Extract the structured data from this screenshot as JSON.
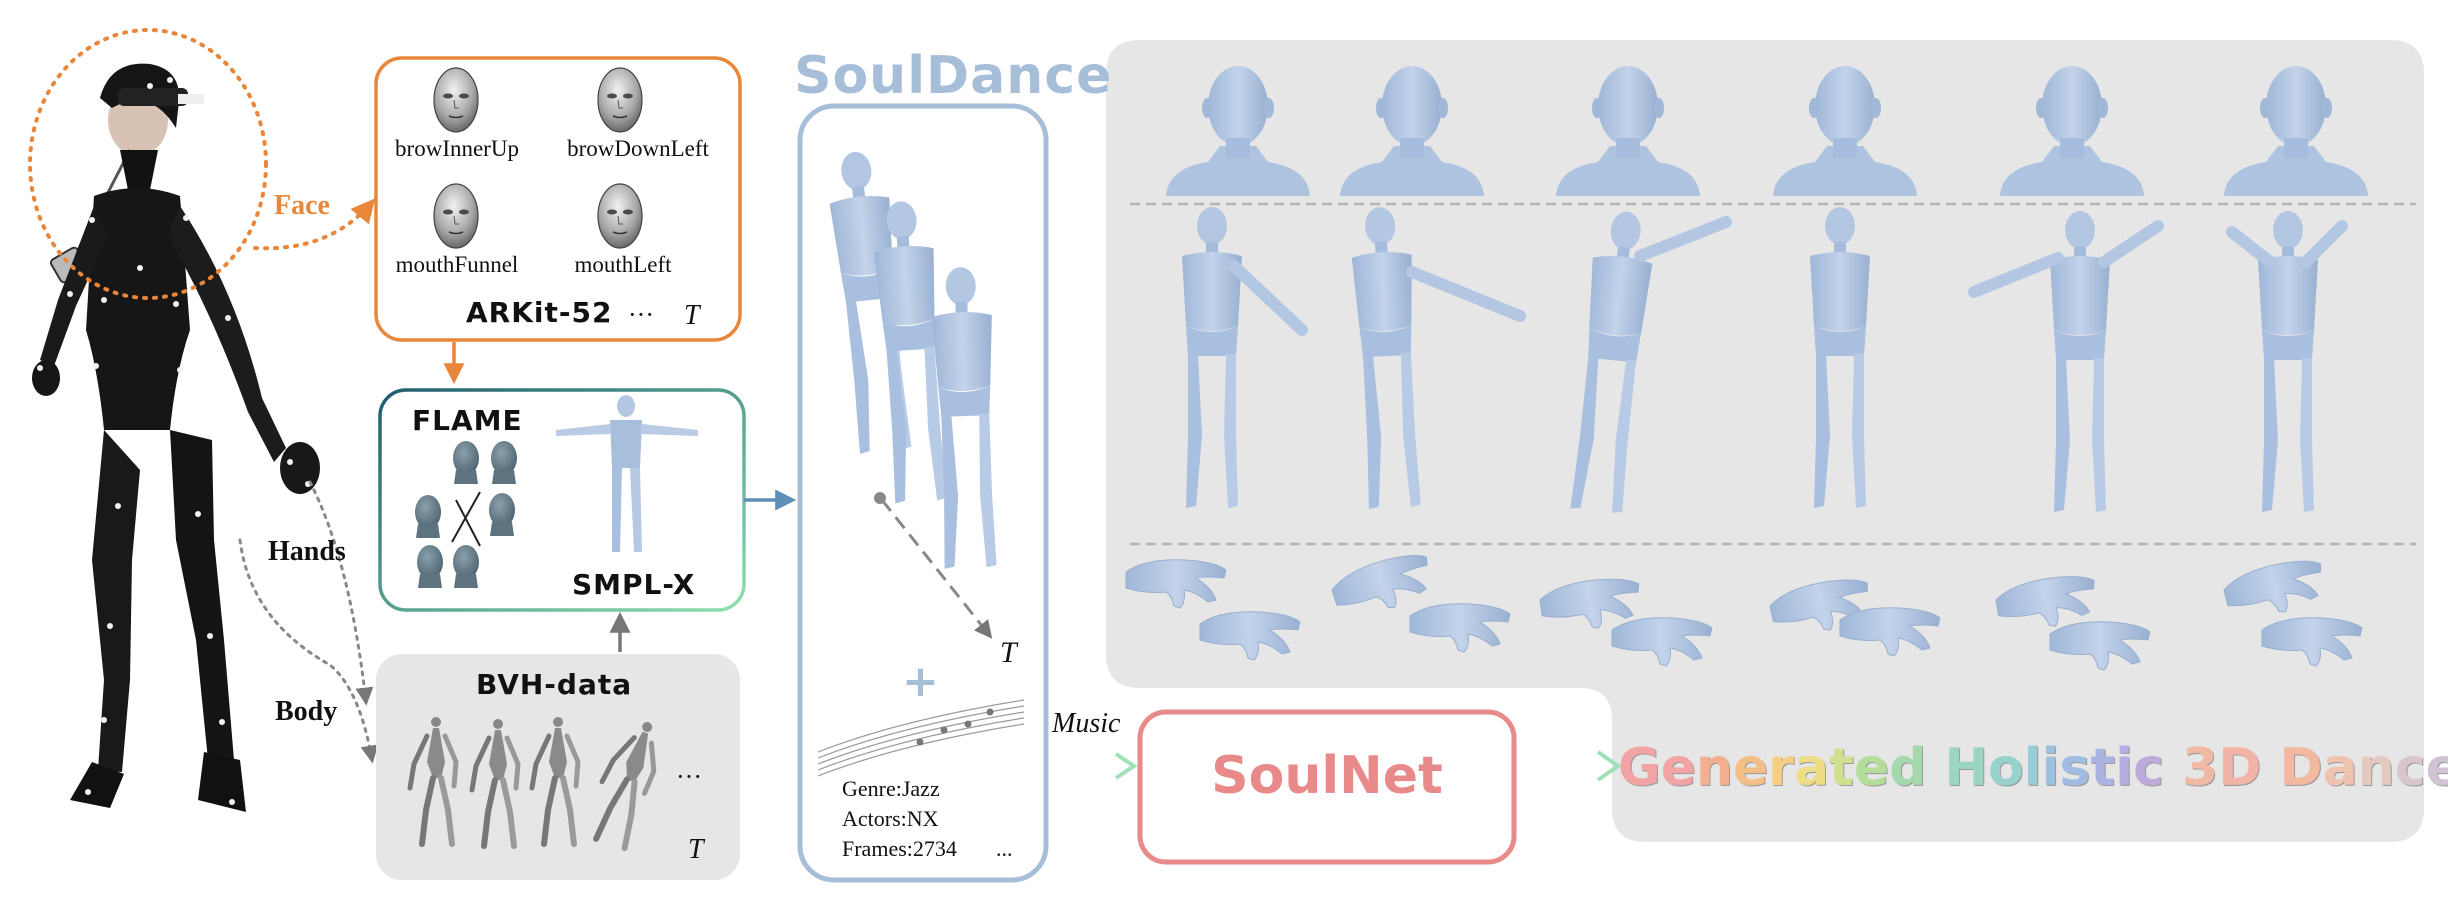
{
  "colors": {
    "face_accent": "#e8863a",
    "flame_border_a": "#1f5d6e",
    "flame_border_b": "#8fe0b0",
    "soul_blue": "#a7bed8",
    "soulnet_red": "#e88a8a",
    "gray_panel": "#e6e6e6",
    "body_blue": "#b3c7e3"
  },
  "capture": {
    "face_label": "Face",
    "hands_label": "Hands",
    "body_label": "Body"
  },
  "arkit": {
    "items": [
      "browInnerUp",
      "browDownLeft",
      "mouthFunnel",
      "mouthLeft"
    ],
    "title": "ARKit-52",
    "ellipsis": "···",
    "t": "T"
  },
  "flame": {
    "flame_label": "FLAME",
    "smplx_label": "SMPL-X"
  },
  "bvh": {
    "title": "BVH-data",
    "ellipsis": "···",
    "t": "T"
  },
  "souldance": {
    "title": "SoulDance",
    "t": "T",
    "plus": "+",
    "genre": "Genre:Jazz",
    "actors": "Actors:NX",
    "frames": "Frames:2734",
    "ellipsis": "..."
  },
  "music_label": "Music",
  "soulnet_label": "SoulNet",
  "output": {
    "title_chars": [
      {
        "c": "G",
        "color": "#f2a3a3"
      },
      {
        "c": "e",
        "color": "#f2a3a3"
      },
      {
        "c": "n",
        "color": "#f4b08e"
      },
      {
        "c": "e",
        "color": "#f4bf86"
      },
      {
        "c": "r",
        "color": "#f6cf82"
      },
      {
        "c": "a",
        "color": "#eedc86"
      },
      {
        "c": "t",
        "color": "#cfe08e"
      },
      {
        "c": "e",
        "color": "#b4dd9a"
      },
      {
        "c": "d",
        "color": "#a6d8ae"
      },
      {
        "c": " ",
        "color": "#ffffff"
      },
      {
        "c": "H",
        "color": "#9dd6c0"
      },
      {
        "c": "o",
        "color": "#98d2cc"
      },
      {
        "c": "l",
        "color": "#98cbd8"
      },
      {
        "c": "i",
        "color": "#9cc2df"
      },
      {
        "c": "s",
        "color": "#a2bbe2"
      },
      {
        "c": "t",
        "color": "#abb3e2"
      },
      {
        "c": "i",
        "color": "#b5aee0"
      },
      {
        "c": "c",
        "color": "#bfaadc"
      },
      {
        "c": " ",
        "color": "#ffffff"
      },
      {
        "c": "3",
        "color": "#f0b9a4"
      },
      {
        "c": "D",
        "color": "#f1b4a6"
      },
      {
        "c": " ",
        "color": "#ffffff"
      },
      {
        "c": "D",
        "color": "#f2b8a0"
      },
      {
        "c": "a",
        "color": "#eec3b0"
      },
      {
        "c": "n",
        "color": "#e4c9c0"
      },
      {
        "c": "c",
        "color": "#d9c6cc"
      },
      {
        "c": "e",
        "color": "#d0c3d4"
      }
    ]
  }
}
